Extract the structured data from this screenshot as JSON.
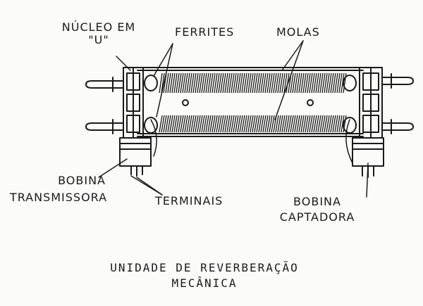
{
  "labels": {
    "nucleo_line1": "NÚCLEO EM",
    "nucleo_line2": "\"U\"",
    "ferrites": "FERRITES",
    "molas": "MOLAS",
    "bobina_tx_line1": "BOBINA",
    "bobina_tx_line2": "TRANSMISSORA",
    "terminais": "TERMINAIS",
    "bobina_rx_line1": "BOBINA",
    "bobina_rx_line2": "CAPTADORA"
  },
  "caption": {
    "line1": "UNIDADE DE REVERBERAÇÃO",
    "line2": "MECÂNICA"
  },
  "colors": {
    "ink": "#1a1a1a",
    "paper": "#fbfbfa"
  }
}
